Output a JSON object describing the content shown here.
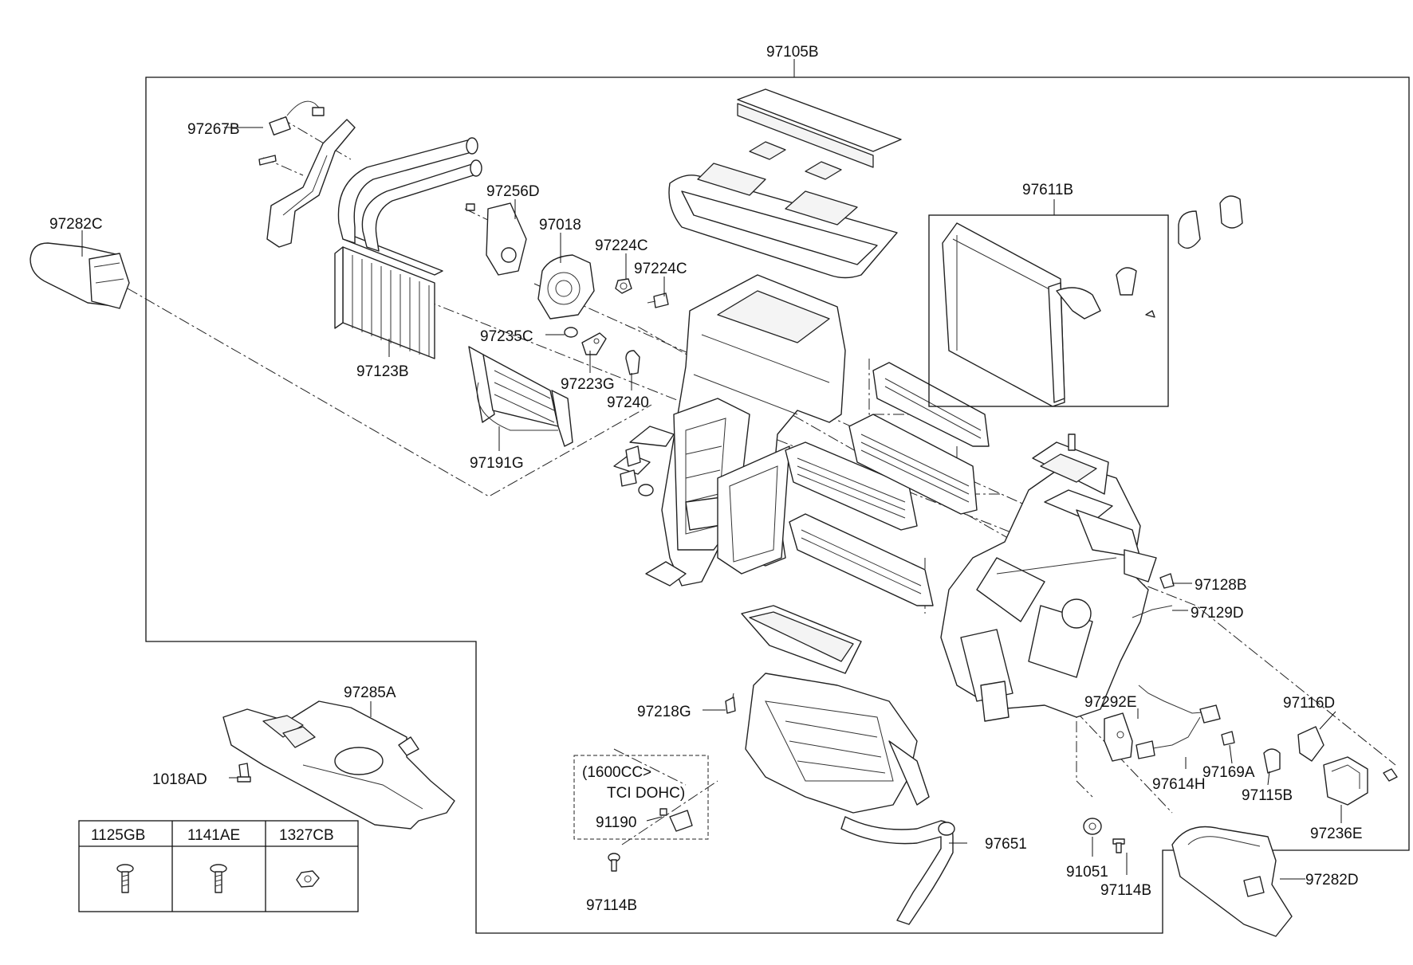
{
  "labels": {
    "p97105B": "97105B",
    "p97267B": "97267B",
    "p97282C": "97282C",
    "p97256D": "97256D",
    "p97018": "97018",
    "p97224C_a": "97224C",
    "p97224C_b": "97224C",
    "p97611B": "97611B",
    "p97235C": "97235C",
    "p97123B": "97123B",
    "p97223G": "97223G",
    "p97240": "97240",
    "p97191G": "97191G",
    "p97128B": "97128B",
    "p97129D": "97129D",
    "p97285A": "97285A",
    "p1018AD": "1018AD",
    "p97218G": "97218G",
    "p97292E": "97292E",
    "p97116D": "97116D",
    "p97169A": "97169A",
    "p97614H": "97614H",
    "p97115B": "97115B",
    "p97236E": "97236E",
    "p91190": "91190",
    "p97114B_a": "97114B",
    "p97651": "97651",
    "p91051": "91051",
    "p97114B_b": "97114B",
    "p97282D": "97282D"
  },
  "note": {
    "line1": "(1600CC>",
    "line2": "TCI DOHC)"
  },
  "fastener_table": {
    "headers": [
      "1125GB",
      "1141AE",
      "1327CB"
    ]
  },
  "icons": [
    "bolt-icon",
    "screw-icon",
    "nut-icon"
  ]
}
